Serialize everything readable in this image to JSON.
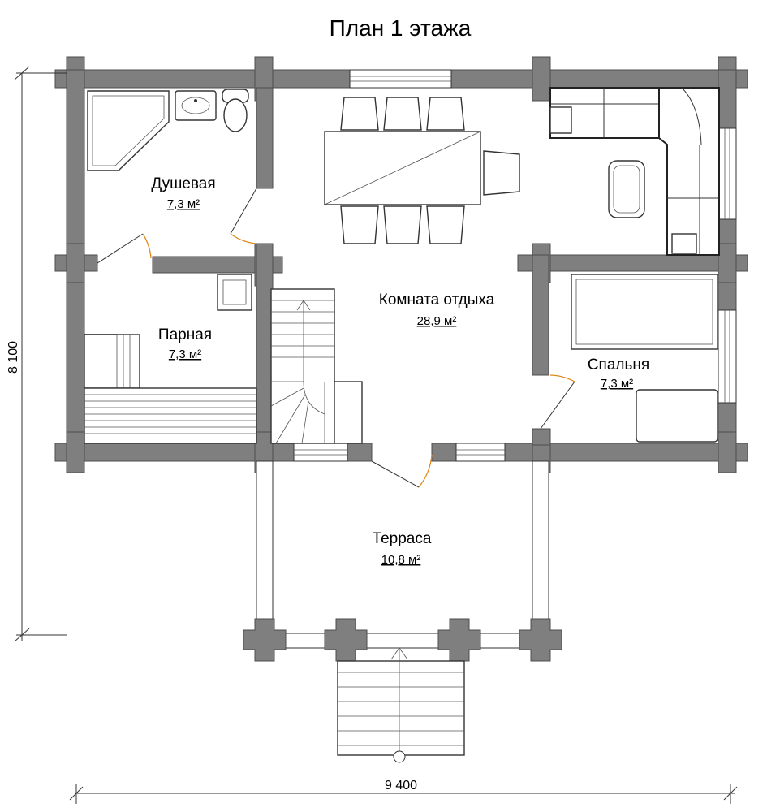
{
  "title": "План 1 этажа",
  "rooms": {
    "shower": {
      "name": "Душевая",
      "area": "7,3 м²"
    },
    "sauna": {
      "name": "Парная",
      "area": "7,3 м²"
    },
    "living": {
      "name": "Комната отдыха",
      "area": "28,9 м²"
    },
    "bedroom": {
      "name": "Спальня",
      "area": "7,3 м²"
    },
    "terrace": {
      "name": "Терраса",
      "area": "10,8 м²"
    }
  },
  "dimensions": {
    "height": "8 100",
    "width": "9 400"
  },
  "colors": {
    "wall": "#7f7f7f",
    "door_swing": "#e08a1e",
    "sofa_outline": "#c8a046"
  }
}
